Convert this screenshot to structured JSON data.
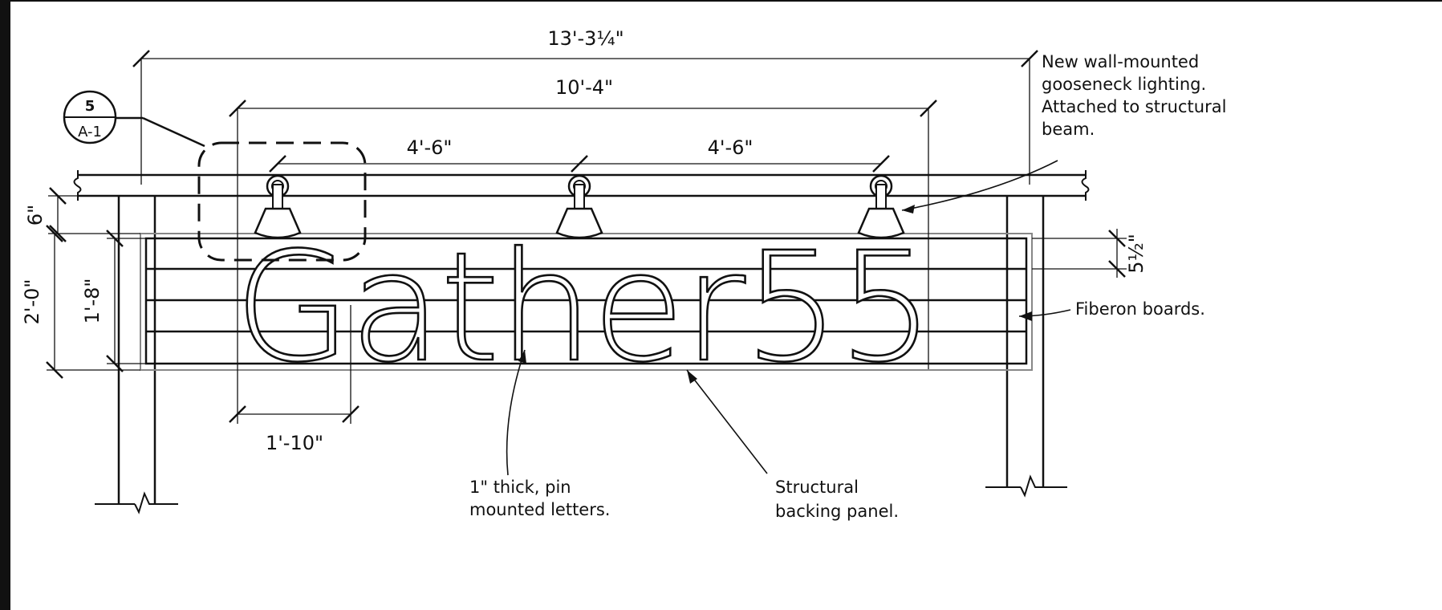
{
  "dimensions": {
    "overall_width": "13'-3¼\"",
    "sign_width": "10'-4\"",
    "light_spacing_left": "4'-6\"",
    "light_spacing_right": "4'-6\"",
    "letter_width": "1'-10\"",
    "beam_depth": "6\"",
    "panel_height": "2'-0\"",
    "board_height": "1'-8\"",
    "board_width": "5½\""
  },
  "callout": {
    "number": "5",
    "sheet": "A-1"
  },
  "sign": {
    "text": "Gather55"
  },
  "notes": {
    "lighting": [
      "New wall-mounted",
      "gooseneck lighting.",
      "Attached to structural",
      "beam."
    ],
    "boards": "Fiberon boards.",
    "letters": [
      "1\" thick, pin",
      "mounted letters."
    ],
    "backing": [
      "Structural",
      "backing panel."
    ]
  }
}
